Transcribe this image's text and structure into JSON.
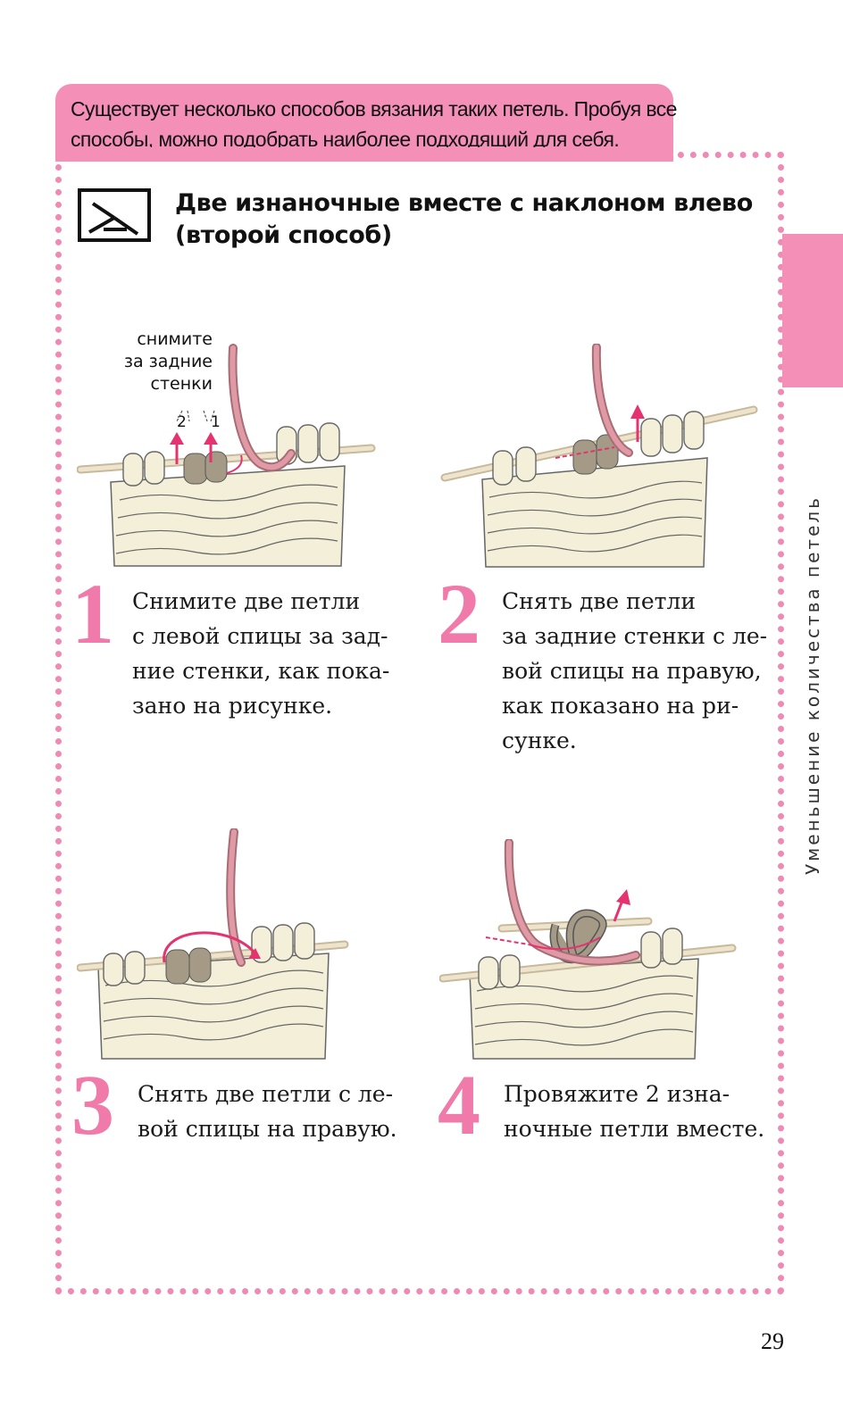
{
  "intro_note": {
    "lines": [
      "Существует несколько способов вязания таких петель. Пробуя все",
      "способы, можно подобрать наиболее подходящий для себя."
    ]
  },
  "section": {
    "symbol_icon": "purl-two-together-left-icon",
    "title_lines": [
      "Две изнаночные вместе с наклоном влево",
      "(второй способ)"
    ]
  },
  "chapter_tab": {
    "label": "Уменьшение количества петель"
  },
  "callout": {
    "lines": [
      "снимите",
      "за задние",
      "стенки"
    ],
    "mark_2": "2",
    "mark_1": "1"
  },
  "steps": [
    {
      "number": "1",
      "lines": [
        "Снимите две петли",
        "с левой спицы за зад-",
        "ние стенки, как пока-",
        "зано на рисунке."
      ]
    },
    {
      "number": "2",
      "lines": [
        "Снять две петли",
        "за задние стенки с ле-",
        "вой спицы на правую,",
        "как показано на ри-",
        "сунке."
      ]
    },
    {
      "number": "3",
      "lines": [
        "Снять две петли с ле-",
        "вой спицы на правую."
      ]
    },
    {
      "number": "4",
      "lines": [
        "Провяжите 2 изна-",
        "ночные петли вместе."
      ]
    }
  ],
  "page_number": "29",
  "colors": {
    "accent_pink": "#f48fb8",
    "number_pink": "#f07aa9",
    "yarn_cream": "#f3efd8",
    "yarn_taupe": "#a49a86",
    "working_yarn": "#d98c98",
    "arrow_red": "#e5336f"
  }
}
